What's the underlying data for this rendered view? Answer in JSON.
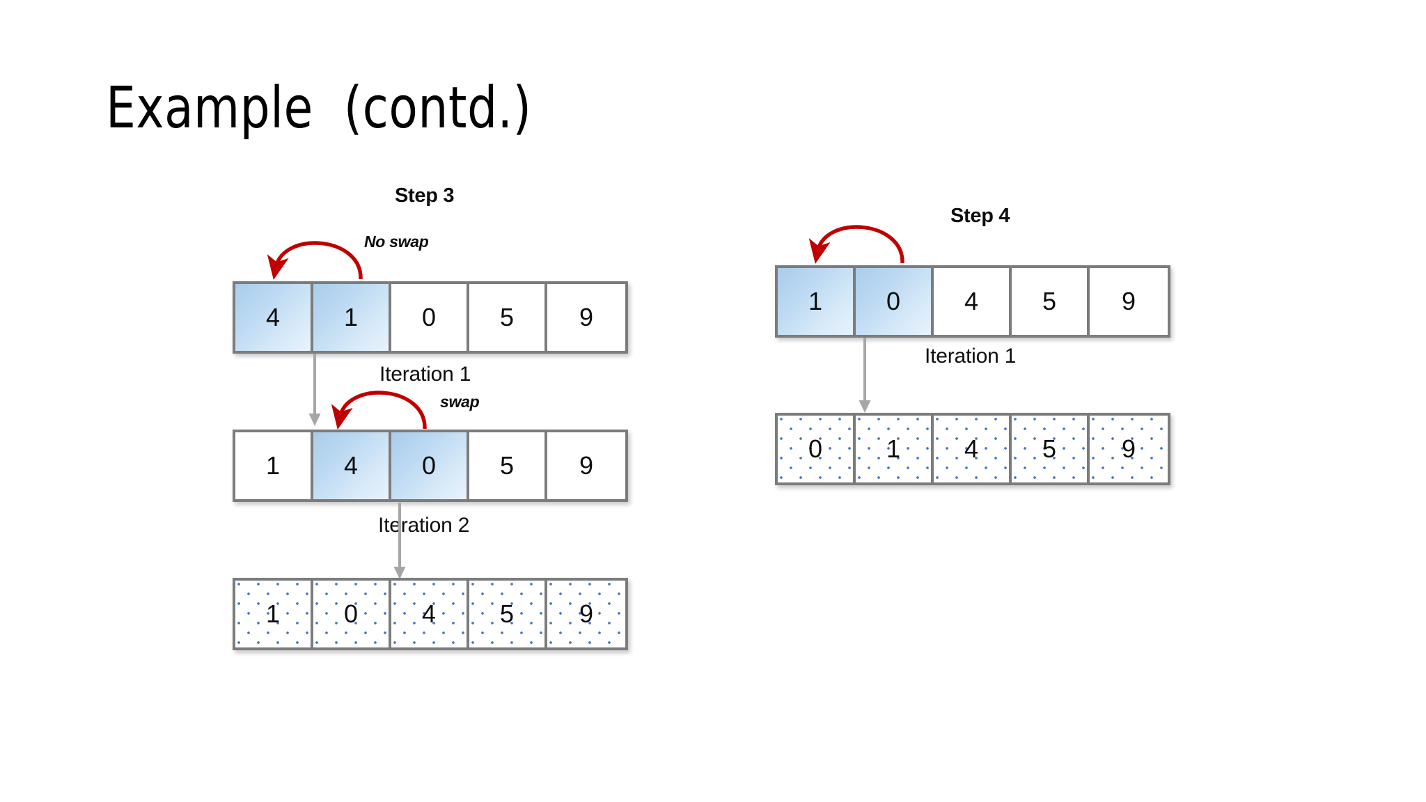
{
  "slide": {
    "title": "Example  (contd.)",
    "background_color": "#ffffff"
  },
  "colors": {
    "cell_border": "#7c7c7c",
    "cell_fill": "#ffffff",
    "highlight_fill": "#bcd9f2",
    "dot_pattern": "#4472c4",
    "swap_arrow": "#c00000",
    "flow_arrow": "#a6a6a6",
    "text": "#0d0d0d"
  },
  "steps": [
    {
      "id": "step-3",
      "label": "Step 3",
      "swap_note_top": "No swap",
      "swap_note_mid": "swap",
      "rows": [
        {
          "id": "step3-row1",
          "values": [
            "4",
            "1",
            "0",
            "5",
            "9"
          ],
          "highlighted": [
            0,
            1
          ],
          "style": "plain"
        },
        {
          "id": "step3-row2",
          "values": [
            "1",
            "4",
            "0",
            "5",
            "9"
          ],
          "highlighted": [
            1,
            2
          ],
          "style": "plain"
        },
        {
          "id": "step3-row3",
          "values": [
            "1",
            "0",
            "4",
            "5",
            "9"
          ],
          "highlighted": [],
          "style": "dotted"
        }
      ],
      "iterations": [
        "Iteration 1",
        "Iteration 2"
      ]
    },
    {
      "id": "step-4",
      "label": "Step 4",
      "rows": [
        {
          "id": "step4-row1",
          "values": [
            "1",
            "0",
            "4",
            "5",
            "9"
          ],
          "highlighted": [
            0,
            1
          ],
          "style": "plain"
        },
        {
          "id": "step4-row2",
          "values": [
            "0",
            "1",
            "4",
            "5",
            "9"
          ],
          "highlighted": [],
          "style": "dotted"
        }
      ],
      "iterations": [
        "Iteration 1"
      ]
    }
  ]
}
